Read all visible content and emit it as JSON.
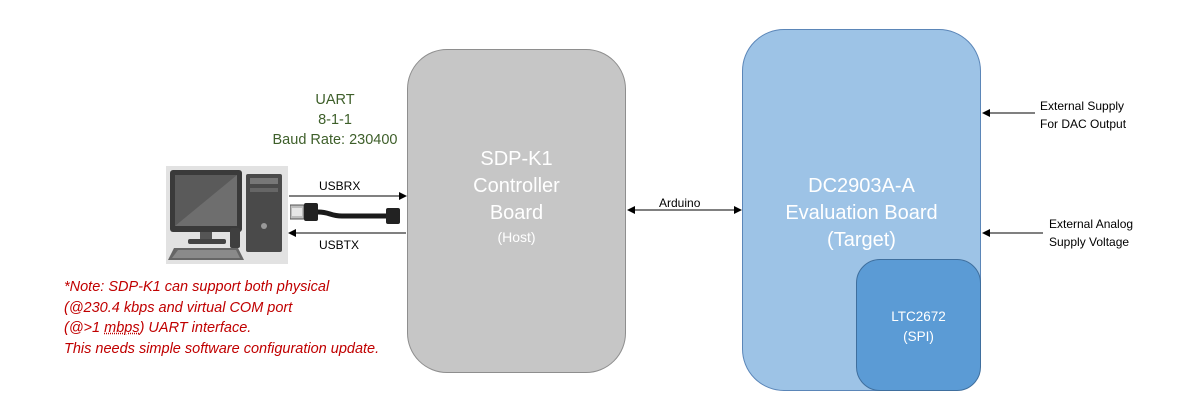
{
  "uart": {
    "line1": "UART",
    "line2": "8-1-1",
    "line3": "Baud Rate: 230400"
  },
  "usb": {
    "rx_label": "USBRX",
    "tx_label": "USBTX"
  },
  "sdp": {
    "line1": "SDP-K1",
    "line2": "Controller",
    "line3": "Board",
    "line4": "(Host)"
  },
  "link": {
    "label": "Arduino"
  },
  "dc": {
    "line1": "DC2903A-A",
    "line2": "Evaluation Board",
    "line3": "(Target)"
  },
  "ltc": {
    "line1": "LTC2672",
    "line2": "(SPI)"
  },
  "external": {
    "supply_dac_line1": "External Supply",
    "supply_dac_line2": "For DAC Output",
    "analog_line1": "External Analog",
    "analog_line2": "Supply Voltage"
  },
  "note": {
    "line1": "*Note: SDP-K1 can support both physical",
    "line2": "(@230.4 kbps and virtual COM port",
    "line3_pre": "(@>1 ",
    "line3_u": "mbps",
    "line3_post": ") UART interface.",
    "line4": "This needs simple software configuration update."
  },
  "colors": {
    "uart_text": "#3e5f2a",
    "sdp_fill": "#c6c6c6",
    "dc_fill": "#9dc3e6",
    "ltc_fill": "#5b9bd5",
    "note_text": "#c00000"
  },
  "icons": [
    "computer-icon",
    "usb-cable-icon"
  ]
}
